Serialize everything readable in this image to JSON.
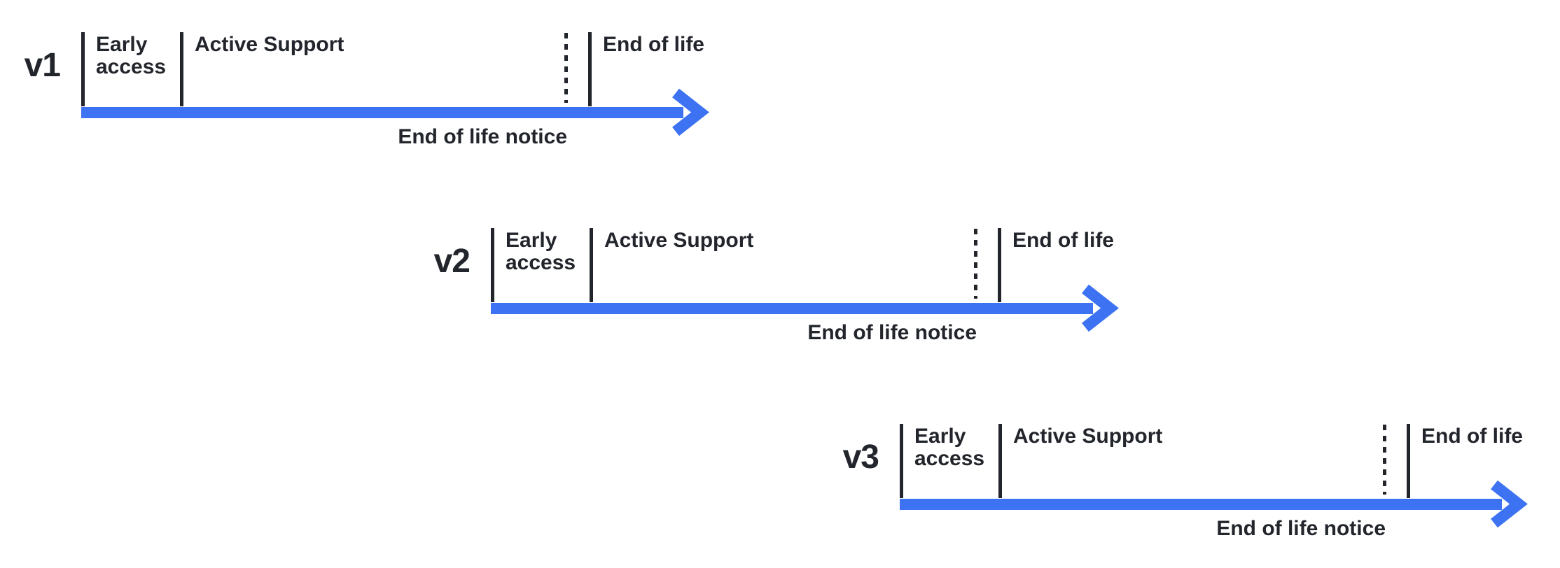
{
  "colors": {
    "arrow_blue": "#3d72f2",
    "ink": "#22252b",
    "background": "#ffffff"
  },
  "diagram": {
    "description_labels": {
      "early_access": "Early access",
      "active_support": "Active Support",
      "end_of_life": "End of life",
      "end_of_life_notice": "End of life notice"
    }
  },
  "timelines": [
    {
      "version": "v1",
      "early_access": "Early access",
      "active_support": "Active Support",
      "end_of_life": "End of life",
      "end_of_life_notice": "End of life notice"
    },
    {
      "version": "v2",
      "early_access": "Early access",
      "active_support": "Active Support",
      "end_of_life": "End of life",
      "end_of_life_notice": "End of life notice"
    },
    {
      "version": "v3",
      "early_access": "Early access",
      "active_support": "Active Support",
      "end_of_life": "End of life",
      "end_of_life_notice": "End of life notice"
    }
  ]
}
